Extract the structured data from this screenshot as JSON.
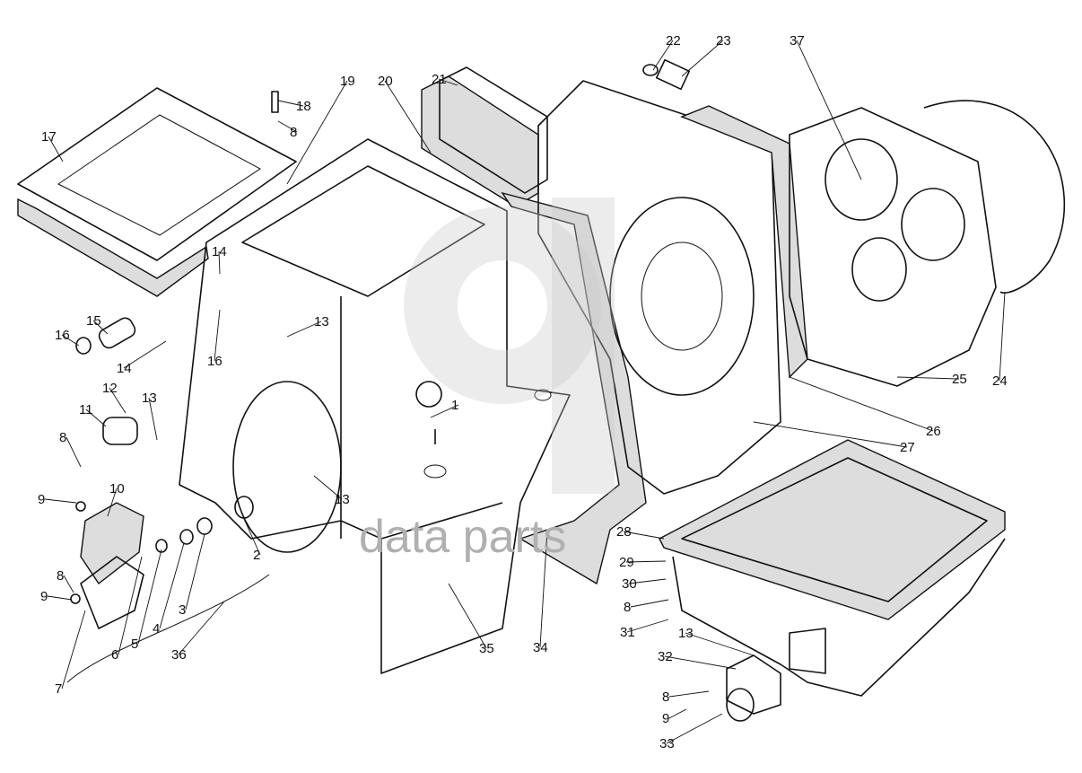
{
  "diagram": {
    "watermark": "data parts",
    "labels": [
      "22",
      "23",
      "37",
      "21",
      "20",
      "19",
      "18",
      "8",
      "17",
      "14",
      "15",
      "16",
      "14",
      "16",
      "13",
      "12",
      "11",
      "13",
      "1",
      "8",
      "13",
      "9",
      "10",
      "2",
      "3",
      "4",
      "5",
      "6",
      "36",
      "8",
      "9",
      "7",
      "35",
      "34",
      "28",
      "29",
      "30",
      "8",
      "31",
      "13",
      "32",
      "8",
      "9",
      "33",
      "24",
      "25",
      "26",
      "27"
    ]
  }
}
